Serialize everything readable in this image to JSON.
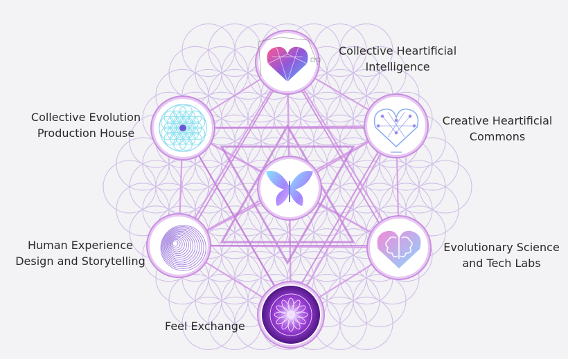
{
  "nodes": {
    "top": {
      "line1": "Collective Heartificial",
      "line2": "Intelligence",
      "icon": "geometric-heart-icon"
    },
    "upper_left": {
      "line1": "Collective Evolution",
      "line2": "Production House",
      "icon": "flower-of-life-icon"
    },
    "upper_right": {
      "line1": "Creative Heartificial",
      "line2": "Commons",
      "icon": "network-heart-icon"
    },
    "lower_left": {
      "line1": "Human Experience",
      "line2": "Design and Storytelling",
      "icon": "spiral-rings-icon"
    },
    "lower_right": {
      "line1": "Evolutionary Science",
      "line2": "and Tech Labs",
      "icon": "brain-heart-icon"
    },
    "bottom": {
      "line1": "Feel Exchange",
      "icon": "mandala-icon"
    },
    "center": {
      "icon": "butterfly-icon"
    }
  },
  "colors": {
    "accent": "#b57bd6",
    "ring": "#d8a8e8",
    "deep_purple": "#7a2fb0",
    "text": "#2a2a2a"
  }
}
